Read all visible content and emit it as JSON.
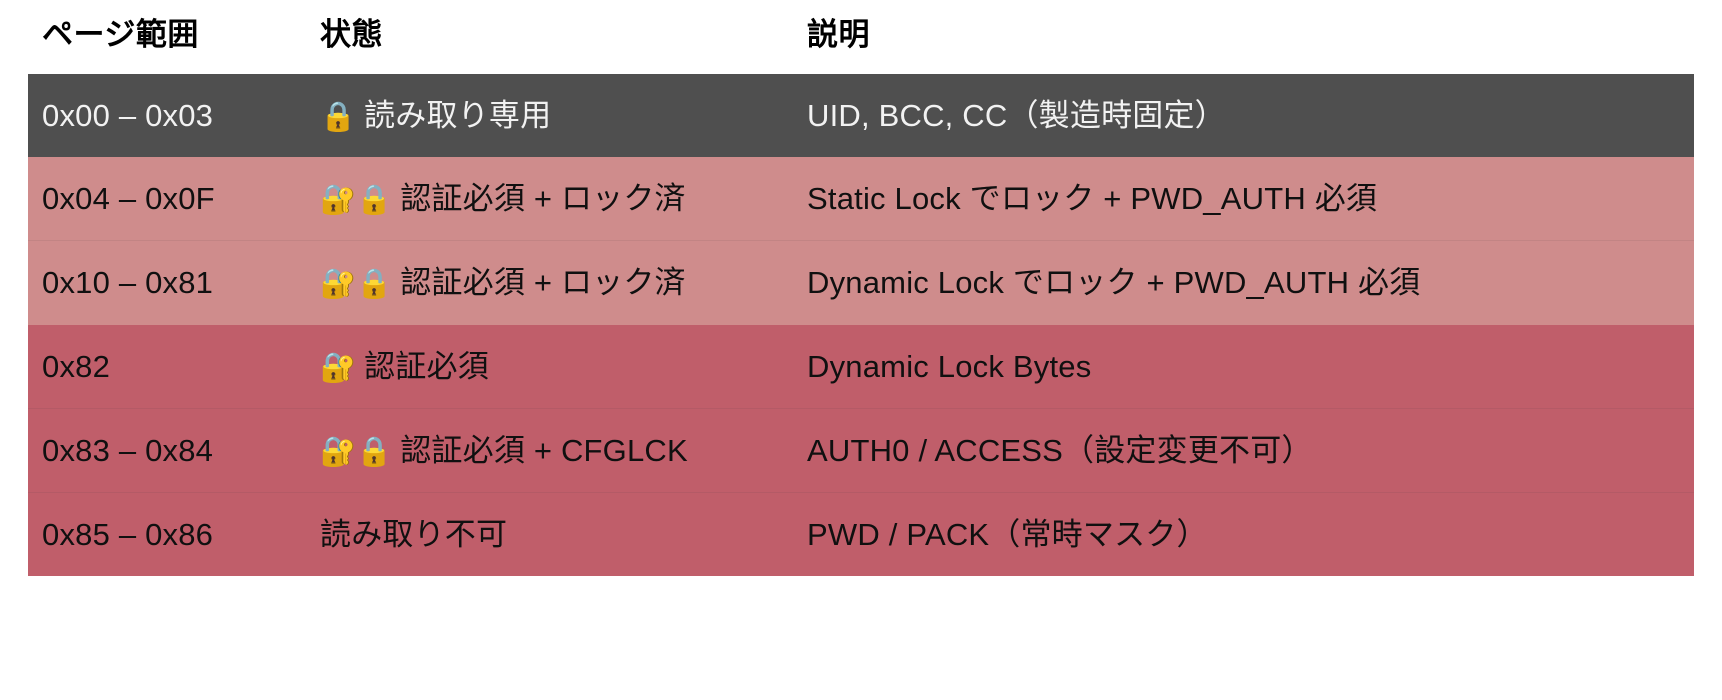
{
  "table": {
    "headers": {
      "page_range": "ページ範囲",
      "state": "状態",
      "description": "説明"
    },
    "colors": {
      "readonly_row_bg": "#4f4f4f",
      "light_red_row_bg": "#cf8c8c",
      "dark_red_row_bg": "#c05e6a",
      "page_bg": "#ffffff",
      "text": "#101010"
    },
    "rows": [
      {
        "page_range": "0x00 – 0x03",
        "icons": "🔒",
        "icon_names": "lock-icon",
        "state": "読み取り専用",
        "description": "UID, BCC, CC（製造時固定）",
        "tone": "readonly"
      },
      {
        "page_range": "0x04 – 0x0F",
        "icons": "🔐🔒",
        "icon_names": "lock-with-key-icon,lock-icon",
        "state": "認証必須 + ロック済",
        "description": "Static Lock でロック + PWD_AUTH 必須",
        "tone": "light-red"
      },
      {
        "page_range": "0x10 – 0x81",
        "icons": "🔐🔒",
        "icon_names": "lock-with-key-icon,lock-icon",
        "state": "認証必須 + ロック済",
        "description": "Dynamic Lock でロック + PWD_AUTH 必須",
        "tone": "light-red"
      },
      {
        "page_range": "0x82",
        "icons": "🔐",
        "icon_names": "lock-with-key-icon",
        "state": "認証必須",
        "description": "Dynamic Lock Bytes",
        "tone": "dark-red"
      },
      {
        "page_range": "0x83 – 0x84",
        "icons": "🔐🔒",
        "icon_names": "lock-with-key-icon,lock-icon",
        "state": "認証必須 + CFGLCK",
        "description": "AUTH0 / ACCESS（設定変更不可）",
        "tone": "dark-red"
      },
      {
        "page_range": "0x85 – 0x86",
        "icons": "",
        "icon_names": "",
        "state": "読み取り不可",
        "description": "PWD / PACK（常時マスク）",
        "tone": "dark-red"
      }
    ]
  }
}
